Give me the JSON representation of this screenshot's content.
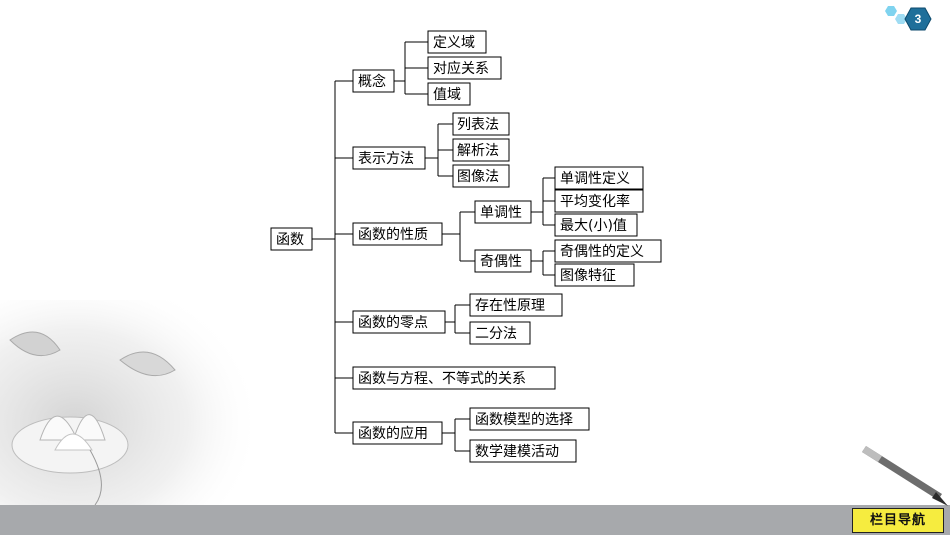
{
  "page_number": "3",
  "footer": {
    "nav_label": "栏目导航"
  },
  "diagram": {
    "root": "函数",
    "branches": [
      {
        "label": "概念",
        "children": [
          {
            "label": "定义域"
          },
          {
            "label": "对应关系"
          },
          {
            "label": "值域"
          }
        ]
      },
      {
        "label": "表示方法",
        "children": [
          {
            "label": "列表法"
          },
          {
            "label": "解析法"
          },
          {
            "label": "图像法"
          }
        ]
      },
      {
        "label": "函数的性质",
        "children": [
          {
            "label": "单调性",
            "children": [
              {
                "label": "单调性定义"
              },
              {
                "label": "平均变化率"
              },
              {
                "label": "最大(小)值"
              }
            ]
          },
          {
            "label": "奇偶性",
            "children": [
              {
                "label": "奇偶性的定义"
              },
              {
                "label": "图像特征"
              }
            ]
          }
        ]
      },
      {
        "label": "函数的零点",
        "children": [
          {
            "label": "存在性原理"
          },
          {
            "label": "二分法"
          }
        ]
      },
      {
        "label": "函数与方程、不等式的关系",
        "children": []
      },
      {
        "label": "函数的应用",
        "children": [
          {
            "label": "函数模型的选择"
          },
          {
            "label": "数学建模活动"
          }
        ]
      }
    ]
  }
}
